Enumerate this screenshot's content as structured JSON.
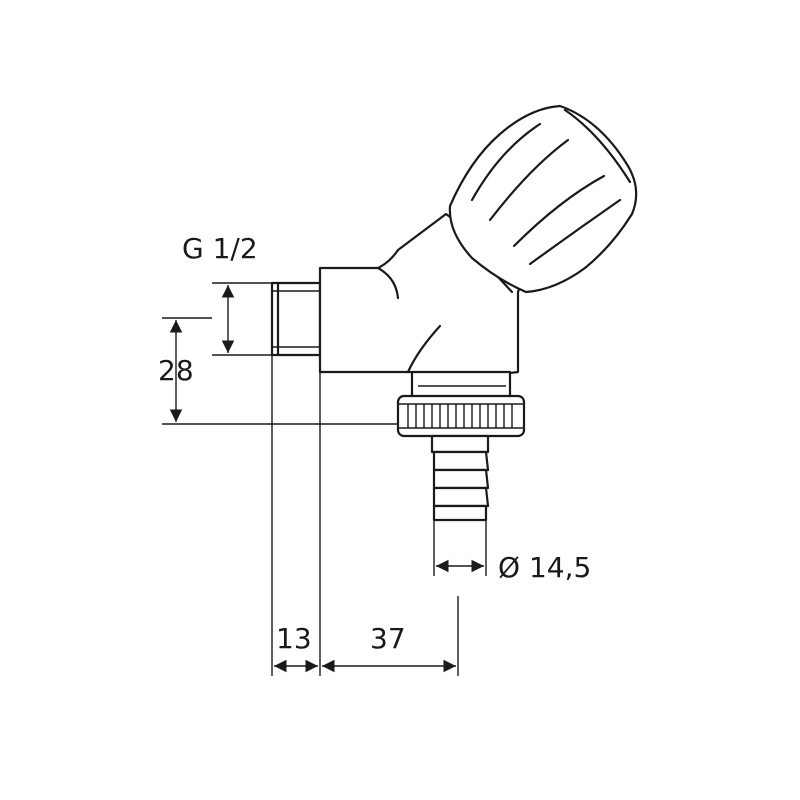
{
  "labels": {
    "thread": "G 1/2",
    "height": "28",
    "diameter": "Ø 14,5",
    "offset_small": "13",
    "offset_large": "37"
  },
  "colors": {
    "stroke": "#1a1a1a",
    "background": "#ffffff"
  }
}
